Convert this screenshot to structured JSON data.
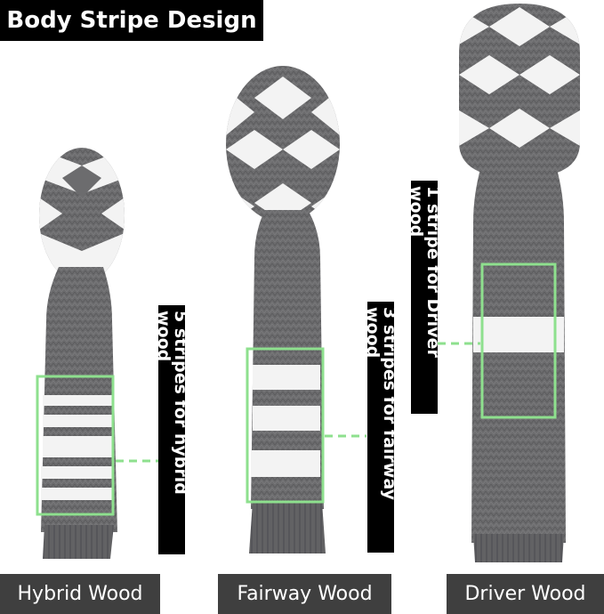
{
  "title": "Body Stripe Design",
  "colors": {
    "knit_gray": "#6c6c6e",
    "knit_dark": "#5a5a5c",
    "knit_white": "#f3f3f3",
    "highlight_green": "#8ee08e",
    "label_bg": "#3f3f3f",
    "badge_bg": "#000000"
  },
  "covers": [
    {
      "id": "hybrid",
      "label": "Hybrid Wood",
      "caption": "5 stripes for hybrid wood",
      "stripe_count": 5
    },
    {
      "id": "fairway",
      "label": "Fairway Wood",
      "caption": "3 stripes for fairway wood",
      "stripe_count": 3
    },
    {
      "id": "driver",
      "label": "Driver Wood",
      "caption": "1 stripe for Driver wood",
      "stripe_count": 1
    }
  ]
}
